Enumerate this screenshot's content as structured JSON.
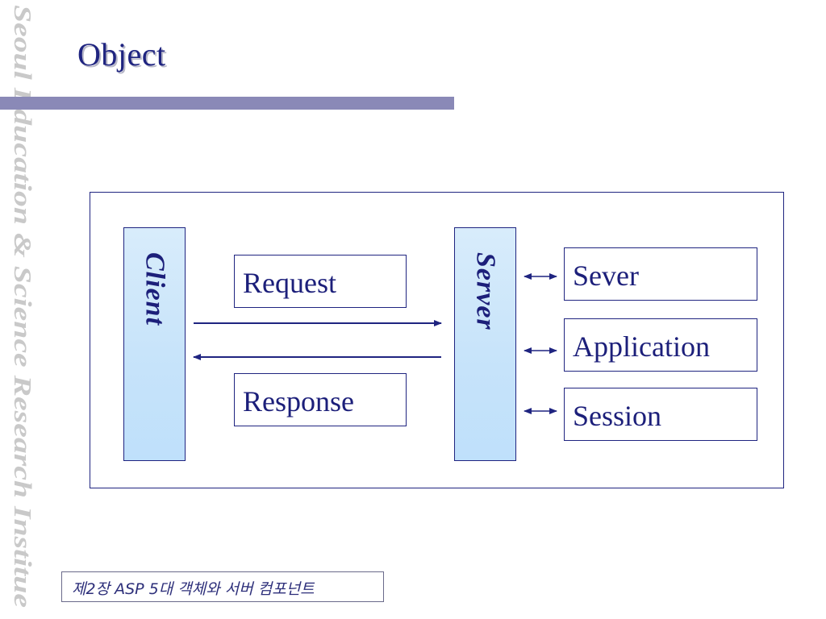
{
  "watermark": {
    "text": "Seoul Education & Science Research Institue"
  },
  "slide": {
    "title": "Object",
    "footer": "제2장 ASP 5대 객체와 서버 컴포넌트"
  },
  "diagram": {
    "client_label": "Client",
    "server_label": "Server",
    "request_label": "Request",
    "response_label": "Response",
    "objects": [
      "Sever",
      "Application",
      "Session"
    ]
  },
  "colors": {
    "accent": "#1f2480",
    "rule": "#8a89b7",
    "pillar_fill": "#c6e3fa",
    "watermark": "#c9c9c9"
  }
}
